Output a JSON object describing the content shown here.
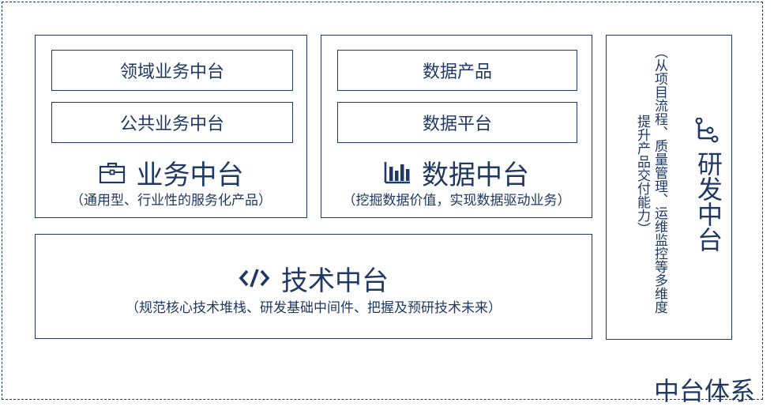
{
  "business": {
    "sub1": "领域业务中台",
    "sub2": "公共业务中台",
    "title": "业务中台",
    "caption": "（通用型、行业性的服务化产品）"
  },
  "data_platform": {
    "sub1": "数据产品",
    "sub2": "数据平台",
    "title": "数据中台",
    "caption": "（挖掘数据价值，实现数据驱动业务）"
  },
  "tech": {
    "title": "技术中台",
    "caption": "（规范核心技术堆栈、研发基础中间件、把握及预研技术未来）"
  },
  "rd": {
    "title": "研发中台",
    "caption_col1": "（从项目流程、质量管理、运维监控等多维度",
    "caption_col2": "提升产品交付能力）"
  },
  "system_label": "中台体系",
  "icons": {
    "business": "briefcase-icon",
    "data": "bar-chart-icon",
    "tech": "code-icon",
    "rd": "network-icon"
  },
  "colors": {
    "primary": "#1f3864"
  }
}
